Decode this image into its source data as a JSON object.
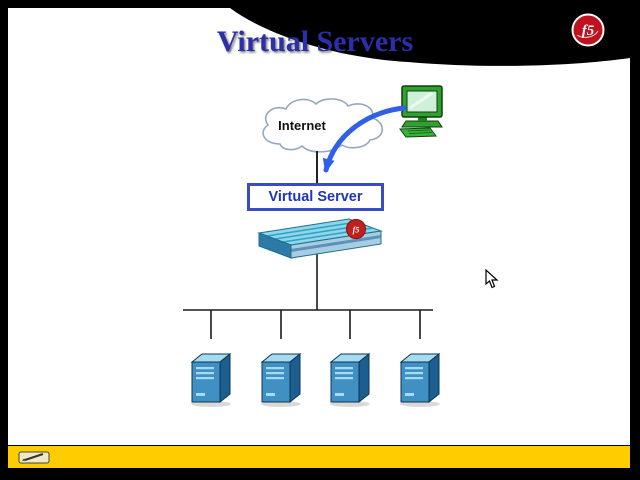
{
  "slide": {
    "title": "Virtual Servers"
  },
  "logo": {
    "text": "f5"
  },
  "diagram": {
    "internet_label": "Internet",
    "virtual_server_label": "Virtual Server",
    "server_count": 4
  },
  "icons": [
    "f5-logo",
    "internet-cloud",
    "client-computer",
    "connection-arrow",
    "bigip-appliance",
    "server-tower",
    "pen-tool",
    "mouse-cursor"
  ],
  "colors": {
    "title_blue": "#2B2FA8",
    "box_border_blue": "#3A4BC8",
    "arrow_blue": "#3060E8",
    "server_blue": "#4090C4",
    "toolbar_yellow": "#FFCC00",
    "logo_red": "#C0111E",
    "slide_background": "#FFFFFF",
    "frame_black": "#000000"
  }
}
